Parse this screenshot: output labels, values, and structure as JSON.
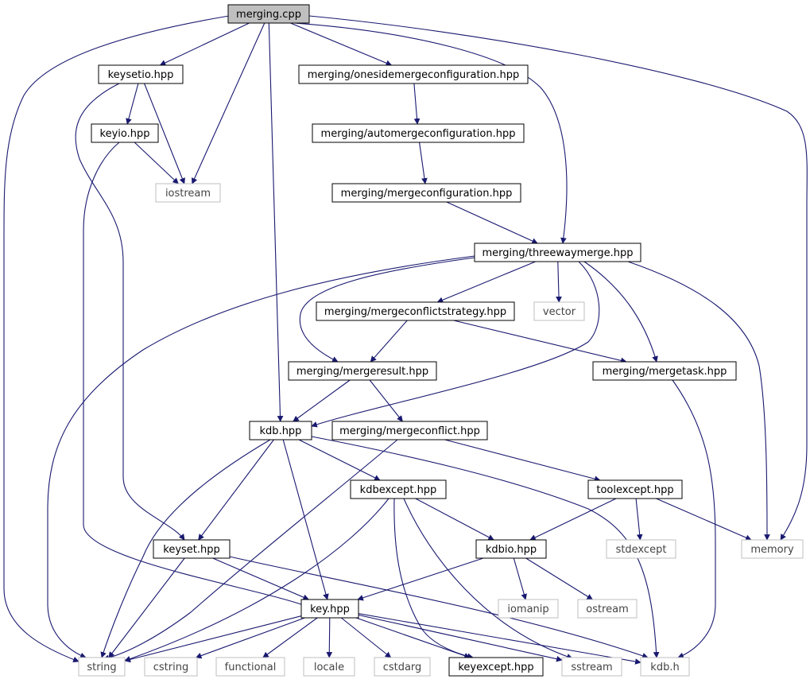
{
  "diagram": {
    "type": "include-dependency-graph",
    "colors": {
      "edge": "#191970",
      "root_fill": "#bfbfbf",
      "root_border": "#000000",
      "internal_border": "#000000",
      "external_border": "#bfbfbf",
      "fill": "#ffffff"
    },
    "nodes": [
      {
        "id": "merging_cpp",
        "label": "merging.cpp",
        "kind": "root"
      },
      {
        "id": "keysetio_hpp",
        "label": "keysetio.hpp",
        "kind": "internal"
      },
      {
        "id": "onesidemergeconfiguration_hpp",
        "label": "merging/onesidemergeconfiguration.hpp",
        "kind": "internal"
      },
      {
        "id": "keyio_hpp",
        "label": "keyio.hpp",
        "kind": "internal"
      },
      {
        "id": "automergeconfiguration_hpp",
        "label": "merging/automergeconfiguration.hpp",
        "kind": "internal"
      },
      {
        "id": "iostream",
        "label": "iostream",
        "kind": "external"
      },
      {
        "id": "mergeconfiguration_hpp",
        "label": "merging/mergeconfiguration.hpp",
        "kind": "internal"
      },
      {
        "id": "threewaymerge_hpp",
        "label": "merging/threewaymerge.hpp",
        "kind": "internal"
      },
      {
        "id": "mergeconflictstrategy_hpp",
        "label": "merging/mergeconflictstrategy.hpp",
        "kind": "internal"
      },
      {
        "id": "vector",
        "label": "vector",
        "kind": "external"
      },
      {
        "id": "mergeresult_hpp",
        "label": "merging/mergeresult.hpp",
        "kind": "internal"
      },
      {
        "id": "mergetask_hpp",
        "label": "merging/mergetask.hpp",
        "kind": "internal"
      },
      {
        "id": "kdb_hpp",
        "label": "kdb.hpp",
        "kind": "internal"
      },
      {
        "id": "mergeconflict_hpp",
        "label": "merging/mergeconflict.hpp",
        "kind": "internal"
      },
      {
        "id": "kdbexcept_hpp",
        "label": "kdbexcept.hpp",
        "kind": "internal"
      },
      {
        "id": "toolexcept_hpp",
        "label": "toolexcept.hpp",
        "kind": "internal"
      },
      {
        "id": "keyset_hpp",
        "label": "keyset.hpp",
        "kind": "internal"
      },
      {
        "id": "kdbio_hpp",
        "label": "kdbio.hpp",
        "kind": "internal"
      },
      {
        "id": "stdexcept",
        "label": "stdexcept",
        "kind": "external"
      },
      {
        "id": "memory",
        "label": "memory",
        "kind": "external"
      },
      {
        "id": "key_hpp",
        "label": "key.hpp",
        "kind": "internal"
      },
      {
        "id": "iomanip",
        "label": "iomanip",
        "kind": "external"
      },
      {
        "id": "ostream",
        "label": "ostream",
        "kind": "external"
      },
      {
        "id": "string",
        "label": "string",
        "kind": "external"
      },
      {
        "id": "cstring",
        "label": "cstring",
        "kind": "external"
      },
      {
        "id": "functional",
        "label": "functional",
        "kind": "external"
      },
      {
        "id": "locale",
        "label": "locale",
        "kind": "external"
      },
      {
        "id": "cstdarg",
        "label": "cstdarg",
        "kind": "external"
      },
      {
        "id": "keyexcept_hpp",
        "label": "keyexcept.hpp",
        "kind": "internal"
      },
      {
        "id": "sstream",
        "label": "sstream",
        "kind": "external"
      },
      {
        "id": "kdb_h",
        "label": "kdb.h",
        "kind": "external"
      }
    ],
    "edges": [
      [
        "merging_cpp",
        "keysetio_hpp"
      ],
      [
        "merging_cpp",
        "onesidemergeconfiguration_hpp"
      ],
      [
        "merging_cpp",
        "iostream"
      ],
      [
        "merging_cpp",
        "kdb_hpp"
      ],
      [
        "merging_cpp",
        "threewaymerge_hpp"
      ],
      [
        "merging_cpp",
        "memory"
      ],
      [
        "merging_cpp",
        "string"
      ],
      [
        "keysetio_hpp",
        "keyio_hpp"
      ],
      [
        "keysetio_hpp",
        "iostream"
      ],
      [
        "keysetio_hpp",
        "keyset_hpp"
      ],
      [
        "keyio_hpp",
        "iostream"
      ],
      [
        "keyio_hpp",
        "key_hpp"
      ],
      [
        "onesidemergeconfiguration_hpp",
        "automergeconfiguration_hpp"
      ],
      [
        "automergeconfiguration_hpp",
        "mergeconfiguration_hpp"
      ],
      [
        "mergeconfiguration_hpp",
        "threewaymerge_hpp"
      ],
      [
        "threewaymerge_hpp",
        "mergeconflictstrategy_hpp"
      ],
      [
        "threewaymerge_hpp",
        "vector"
      ],
      [
        "threewaymerge_hpp",
        "mergeresult_hpp"
      ],
      [
        "threewaymerge_hpp",
        "mergetask_hpp"
      ],
      [
        "threewaymerge_hpp",
        "kdb_hpp"
      ],
      [
        "threewaymerge_hpp",
        "memory"
      ],
      [
        "threewaymerge_hpp",
        "string"
      ],
      [
        "mergeconflictstrategy_hpp",
        "mergeresult_hpp"
      ],
      [
        "mergeconflictstrategy_hpp",
        "mergetask_hpp"
      ],
      [
        "mergeresult_hpp",
        "kdb_hpp"
      ],
      [
        "mergeresult_hpp",
        "mergeconflict_hpp"
      ],
      [
        "mergetask_hpp",
        "kdb_h"
      ],
      [
        "kdb_hpp",
        "kdbexcept_hpp"
      ],
      [
        "kdb_hpp",
        "keyset_hpp"
      ],
      [
        "kdb_hpp",
        "key_hpp"
      ],
      [
        "kdb_hpp",
        "string"
      ],
      [
        "kdb_hpp",
        "kdb_h"
      ],
      [
        "mergeconflict_hpp",
        "toolexcept_hpp"
      ],
      [
        "mergeconflict_hpp",
        "string"
      ],
      [
        "kdbexcept_hpp",
        "kdbio_hpp"
      ],
      [
        "kdbexcept_hpp",
        "keyexcept_hpp"
      ],
      [
        "kdbexcept_hpp",
        "sstream"
      ],
      [
        "kdbexcept_hpp",
        "string"
      ],
      [
        "toolexcept_hpp",
        "kdbio_hpp"
      ],
      [
        "toolexcept_hpp",
        "stdexcept"
      ],
      [
        "toolexcept_hpp",
        "memory"
      ],
      [
        "keyset_hpp",
        "key_hpp"
      ],
      [
        "keyset_hpp",
        "string"
      ],
      [
        "keyset_hpp",
        "kdb_h"
      ],
      [
        "kdbio_hpp",
        "key_hpp"
      ],
      [
        "kdbio_hpp",
        "iomanip"
      ],
      [
        "kdbio_hpp",
        "ostream"
      ],
      [
        "key_hpp",
        "string"
      ],
      [
        "key_hpp",
        "cstring"
      ],
      [
        "key_hpp",
        "functional"
      ],
      [
        "key_hpp",
        "locale"
      ],
      [
        "key_hpp",
        "cstdarg"
      ],
      [
        "key_hpp",
        "keyexcept_hpp"
      ],
      [
        "key_hpp",
        "sstream"
      ],
      [
        "key_hpp",
        "kdb_h"
      ]
    ]
  }
}
